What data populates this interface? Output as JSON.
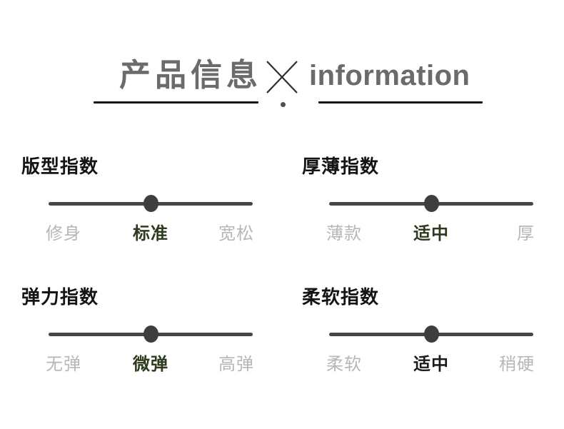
{
  "header": {
    "title_cn": "产品信息",
    "divider_symbol": "×",
    "title_en": "information"
  },
  "colors": {
    "header_gray": "#6b6b6b",
    "underline": "#141414",
    "track": "#464646",
    "thumb": "#3e3e3e",
    "title_black": "#141414",
    "label_gray": "#b7b7b7",
    "selected_green": "#2d3a1e",
    "selected_black": "#1b1b1b"
  },
  "indices": [
    {
      "title": "版型指数",
      "labels": [
        "修身",
        "标准",
        "宽松"
      ],
      "selected_index": 1,
      "selected_label": "标准",
      "selected_color": "selected_green",
      "thumb_position": "center"
    },
    {
      "title": "厚薄指数",
      "labels": [
        "薄款",
        "适中",
        "厚"
      ],
      "selected_index": 1,
      "selected_label": "适中",
      "selected_color": "selected_green",
      "thumb_position": "center"
    },
    {
      "title": "弹力指数",
      "labels": [
        "无弹",
        "微弹",
        "高弹"
      ],
      "selected_index": 1,
      "selected_label": "微弹",
      "selected_color": "selected_green",
      "thumb_position": "center"
    },
    {
      "title": "柔软指数",
      "labels": [
        "柔软",
        "适中",
        "稍硬"
      ],
      "selected_index": 1,
      "selected_label": "适中",
      "selected_color": "selected_black",
      "thumb_position": "center"
    }
  ]
}
